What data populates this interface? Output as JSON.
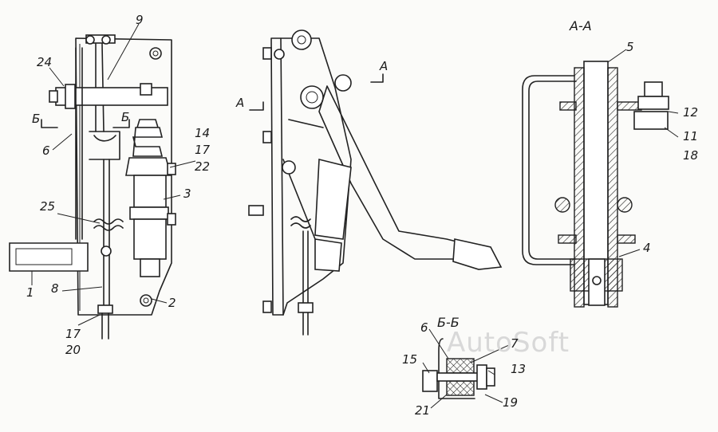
{
  "watermark": "AutoSoft",
  "sections": {
    "aa_title": "А-А",
    "bb_title": "Б-Б",
    "view1_b_left": "Б",
    "view1_b_right": "Б",
    "view2_a_left": "А",
    "view2_a_right": "А"
  },
  "callouts": {
    "n9": "9",
    "n24": "24",
    "n6": "6",
    "n14": "14",
    "n17a": "17",
    "n22": "22",
    "n3": "3",
    "n25": "25",
    "n1": "1",
    "n8": "8",
    "n2": "2",
    "n17b": "17",
    "n20": "20",
    "n5": "5",
    "n12": "12",
    "n11": "11",
    "n18": "18",
    "n4": "4",
    "b6": "6",
    "b7": "7",
    "b15": "15",
    "b13": "13",
    "b21": "21",
    "b19": "19"
  }
}
